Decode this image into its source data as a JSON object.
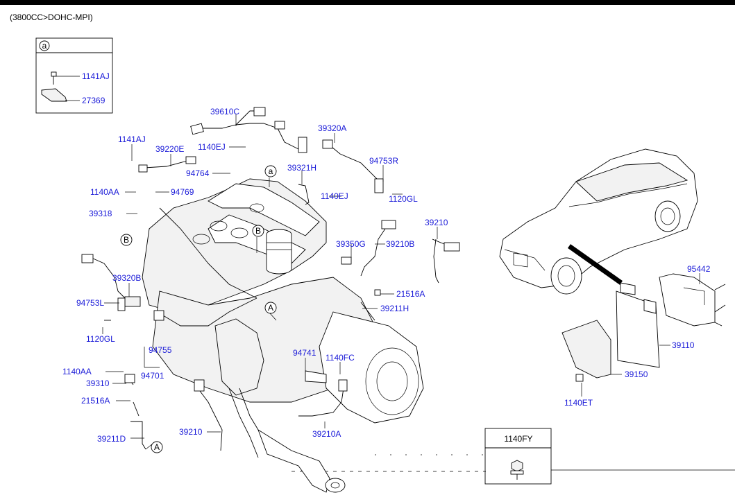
{
  "header": {
    "engine_code": "(3800CC>DOHC-MPI)"
  },
  "inset_a": {
    "marker": "a",
    "labels": [
      "1141AJ",
      "27369"
    ]
  },
  "inset_fy": {
    "title": "1140FY"
  },
  "callouts": {
    "a": "a",
    "A": "A",
    "B": "B"
  },
  "part_labels": {
    "p39610C": "39610C",
    "p39320A": "39320A",
    "p1141AJ": "1141AJ",
    "p39220E": "39220E",
    "p1140EJ_top": "1140EJ",
    "p94764": "94764",
    "p39321H": "39321H",
    "p94753R": "94753R",
    "p1140AA_top": "1140AA",
    "p94769": "94769",
    "p1140EJ_mid": "1140EJ",
    "p1120GL_right": "1120GL",
    "p39318": "39318",
    "p39210_top": "39210",
    "p39350G": "39350G",
    "p39210B": "39210B",
    "p39320B": "39320B",
    "p94753L": "94753L",
    "p21516A_right": "21516A",
    "p39211H": "39211H",
    "p1120GL_left": "1120GL",
    "p94755": "94755",
    "p94741": "94741",
    "p1140FC": "1140FC",
    "p1140AA_low": "1140AA",
    "p94701": "94701",
    "p39310": "39310",
    "p21516A_left": "21516A",
    "p39211D": "39211D",
    "p39210_bottom": "39210",
    "p39210A": "39210A",
    "p95442": "95442",
    "p39110": "39110",
    "p39150": "39150",
    "p1140ET": "1140ET"
  }
}
